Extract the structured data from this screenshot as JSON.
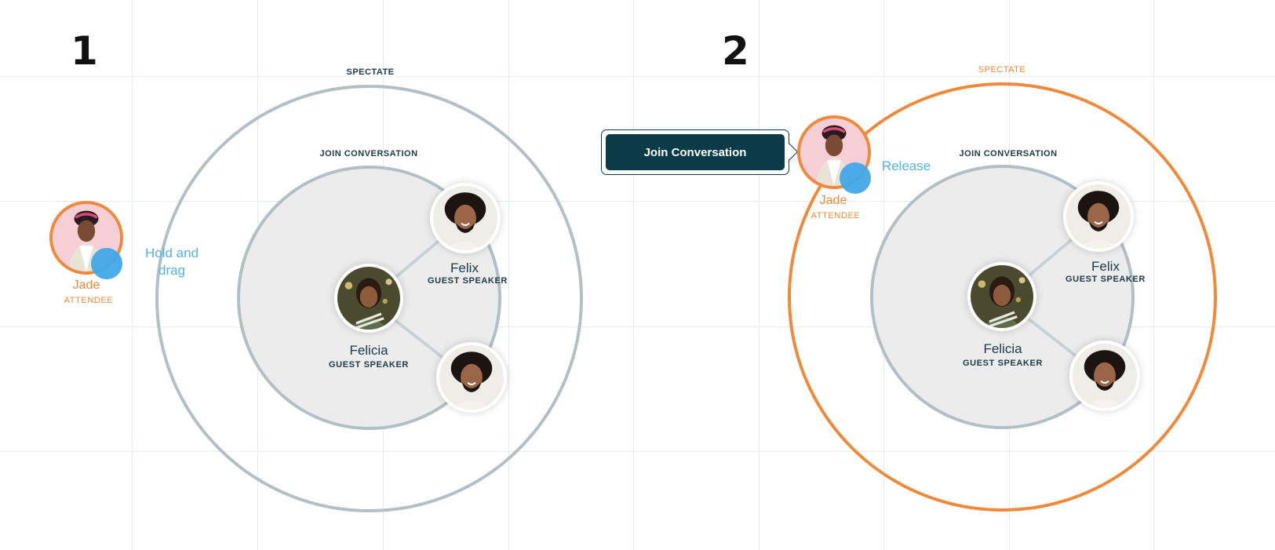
{
  "steps": [
    {
      "number": "1",
      "outer_ring_label": "SPECTATE",
      "inner_ring_label": "JOIN CONVERSATION",
      "hint": "Hold and drag",
      "attendee": {
        "name": "Jade",
        "role": "ATTENDEE"
      },
      "speakers": [
        {
          "name": "Felicia",
          "role": "GUEST SPEAKER"
        },
        {
          "name": "Felix",
          "role": "GUEST SPEAKER"
        }
      ]
    },
    {
      "number": "2",
      "outer_ring_label": "SPECTATE",
      "inner_ring_label": "JOIN CONVERSATION",
      "hint": "Release",
      "tooltip_button": "Join Conversation",
      "attendee": {
        "name": "Jade",
        "role": "ATTENDEE"
      },
      "speakers": [
        {
          "name": "Felicia",
          "role": "GUEST SPEAKER"
        },
        {
          "name": "Felix",
          "role": "GUEST SPEAKER"
        }
      ]
    }
  ],
  "colors": {
    "accent_orange": "#f08a3a",
    "touch_blue": "#41a8e8",
    "ring_gray": "#b2c0c5",
    "inner_fill": "#ececec",
    "dark_teal": "#0b3a49"
  }
}
